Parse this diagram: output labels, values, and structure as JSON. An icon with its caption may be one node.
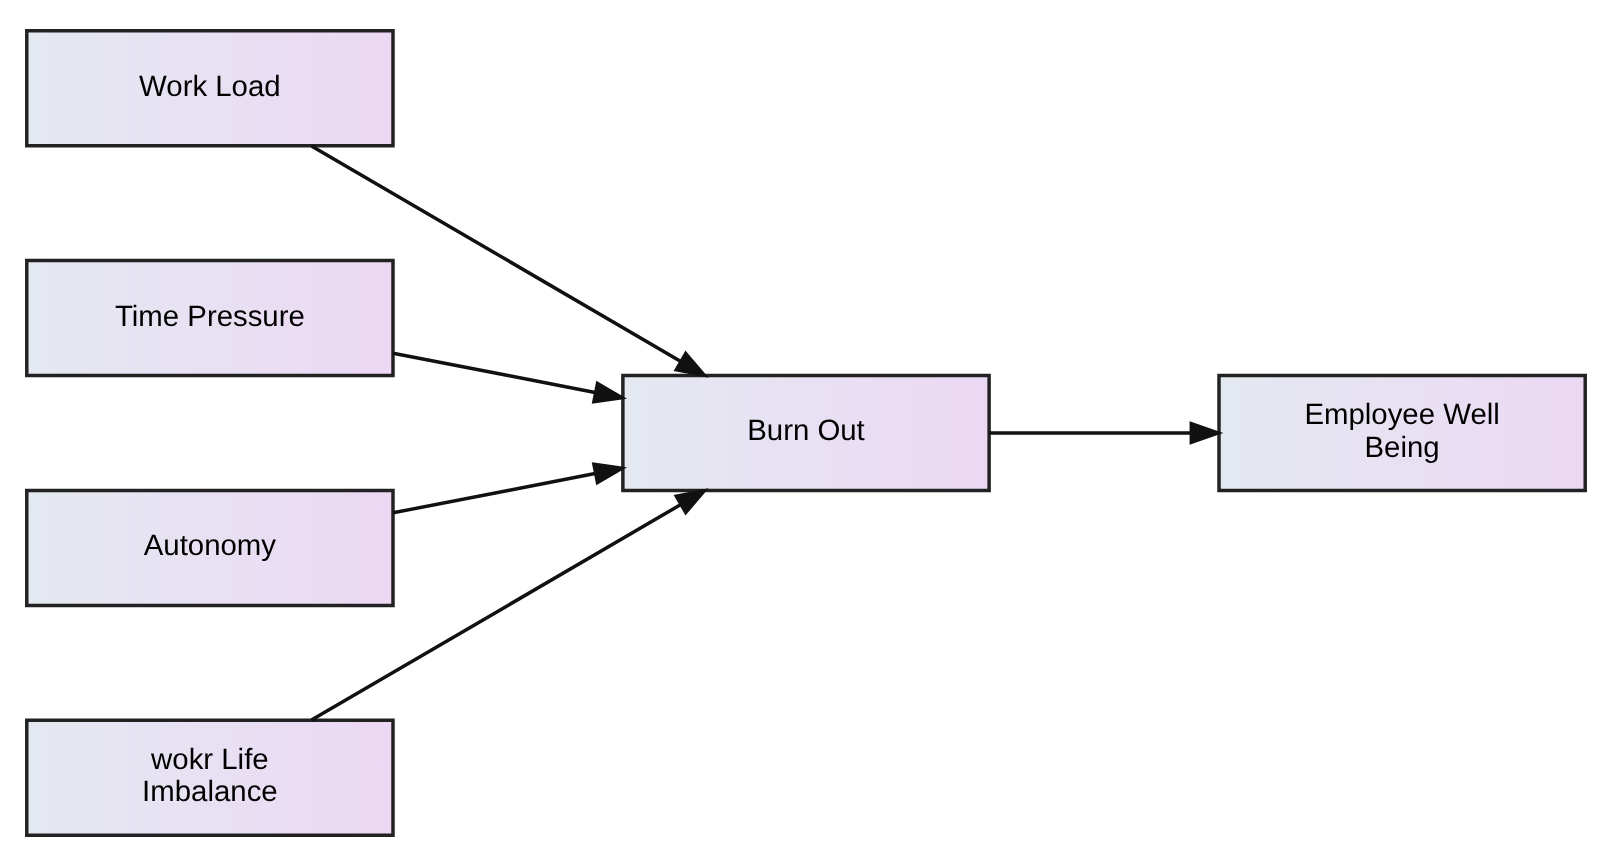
{
  "diagram": {
    "nodes": [
      {
        "text": [
          "Work Load"
        ]
      },
      {
        "text": [
          "Time Pressure"
        ]
      },
      {
        "text": [
          "Autonomy"
        ]
      },
      {
        "text": [
          "wokr Life Imbalance"
        ]
      },
      {
        "text": [
          "Burn Out"
        ]
      },
      {
        "text": [
          "Employee Well Being"
        ]
      }
    ],
    "edges": [
      {
        "from": 0,
        "to": 4,
        "arrow": "to"
      },
      {
        "from": 1,
        "to": 4,
        "arrow": "to"
      },
      {
        "from": 2,
        "to": 4,
        "arrow": "to"
      },
      {
        "from": 3,
        "to": 4,
        "arrow": "to"
      },
      {
        "from": 4,
        "to": 5,
        "arrow": "to"
      }
    ]
  }
}
